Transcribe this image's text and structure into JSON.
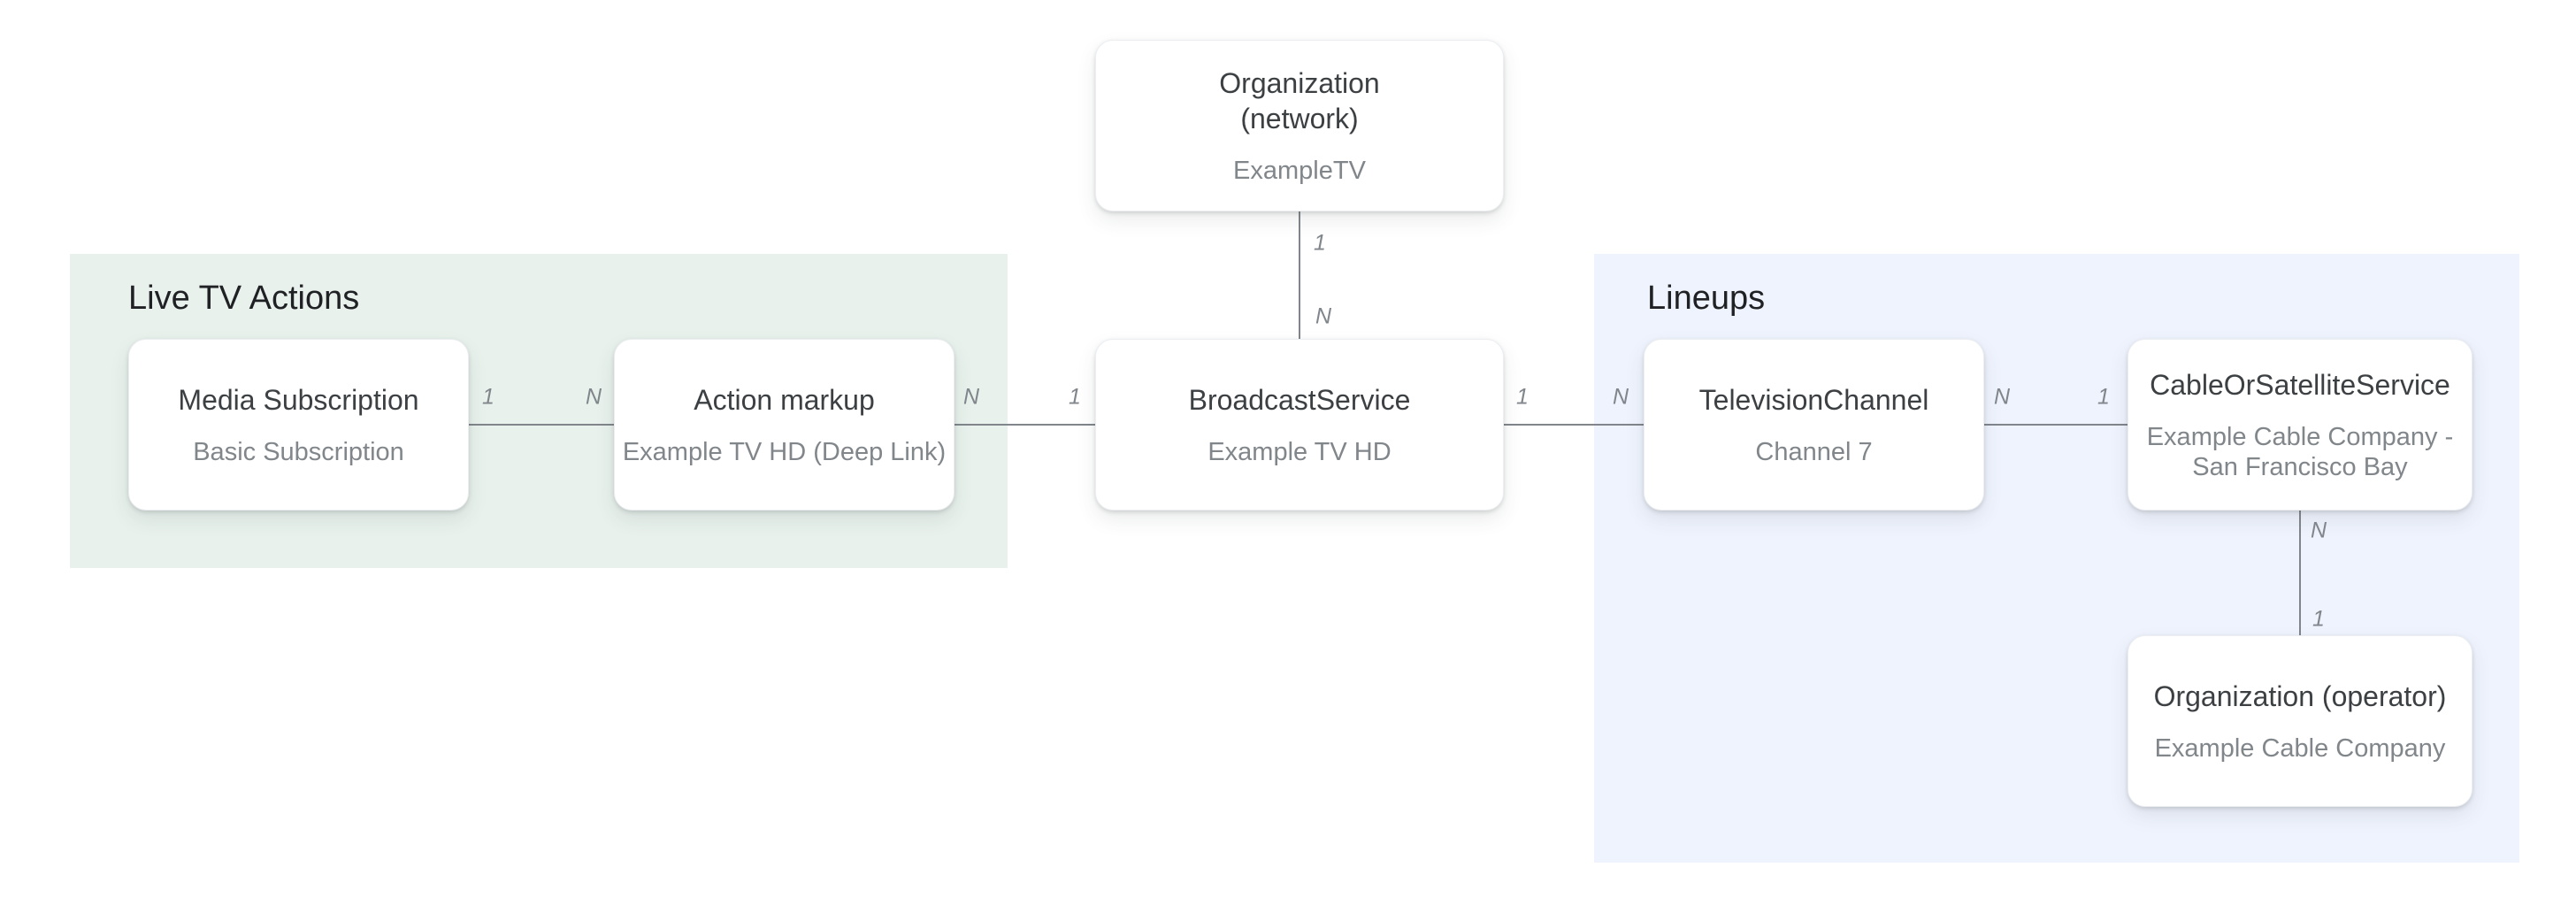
{
  "diagram": {
    "colors": {
      "group_green_bg": "#e8f1ec",
      "group_blue_bg": "#eff3fd",
      "node_title": "#3c4043",
      "node_subtitle": "#81868b",
      "group_header": "#202124",
      "connector": "#80868b"
    },
    "groups": {
      "live_tv_actions": {
        "label": "Live TV Actions"
      },
      "lineups": {
        "label": "Lineups"
      }
    },
    "nodes": {
      "org_network": {
        "title_lines": [
          "Organization",
          "(network)"
        ],
        "subtitle_lines": [
          "ExampleTV"
        ]
      },
      "media_subscription": {
        "title_lines": [
          "Media Subscription"
        ],
        "subtitle_lines": [
          "Basic Subscription"
        ]
      },
      "action_markup": {
        "title_lines": [
          "Action markup"
        ],
        "subtitle_lines": [
          "Example TV HD (Deep Link)"
        ]
      },
      "broadcast_service": {
        "title_lines": [
          "BroadcastService"
        ],
        "subtitle_lines": [
          "Example TV HD"
        ]
      },
      "television_channel": {
        "title_lines": [
          "TelevisionChannel"
        ],
        "subtitle_lines": [
          "Channel 7"
        ]
      },
      "cable_or_satellite_service": {
        "title_lines": [
          "CableOrSatelliteService"
        ],
        "subtitle_lines": [
          "Example Cable Company -",
          "San Francisco Bay"
        ]
      },
      "org_operator": {
        "title_lines": [
          "Organization (operator)"
        ],
        "subtitle_lines": [
          "Example Cable Company"
        ]
      }
    },
    "edges": {
      "network_broadcast": {
        "from_label": "1",
        "to_label": "N"
      },
      "media_action": {
        "from_label": "1",
        "to_label": "N"
      },
      "action_broadcast": {
        "from_label": "N",
        "to_label": "1"
      },
      "broadcast_tv": {
        "from_label": "1",
        "to_label": "N"
      },
      "tv_cable": {
        "from_label": "N",
        "to_label": "1"
      },
      "cable_operator": {
        "from_label": "N",
        "to_label": "1"
      }
    }
  }
}
